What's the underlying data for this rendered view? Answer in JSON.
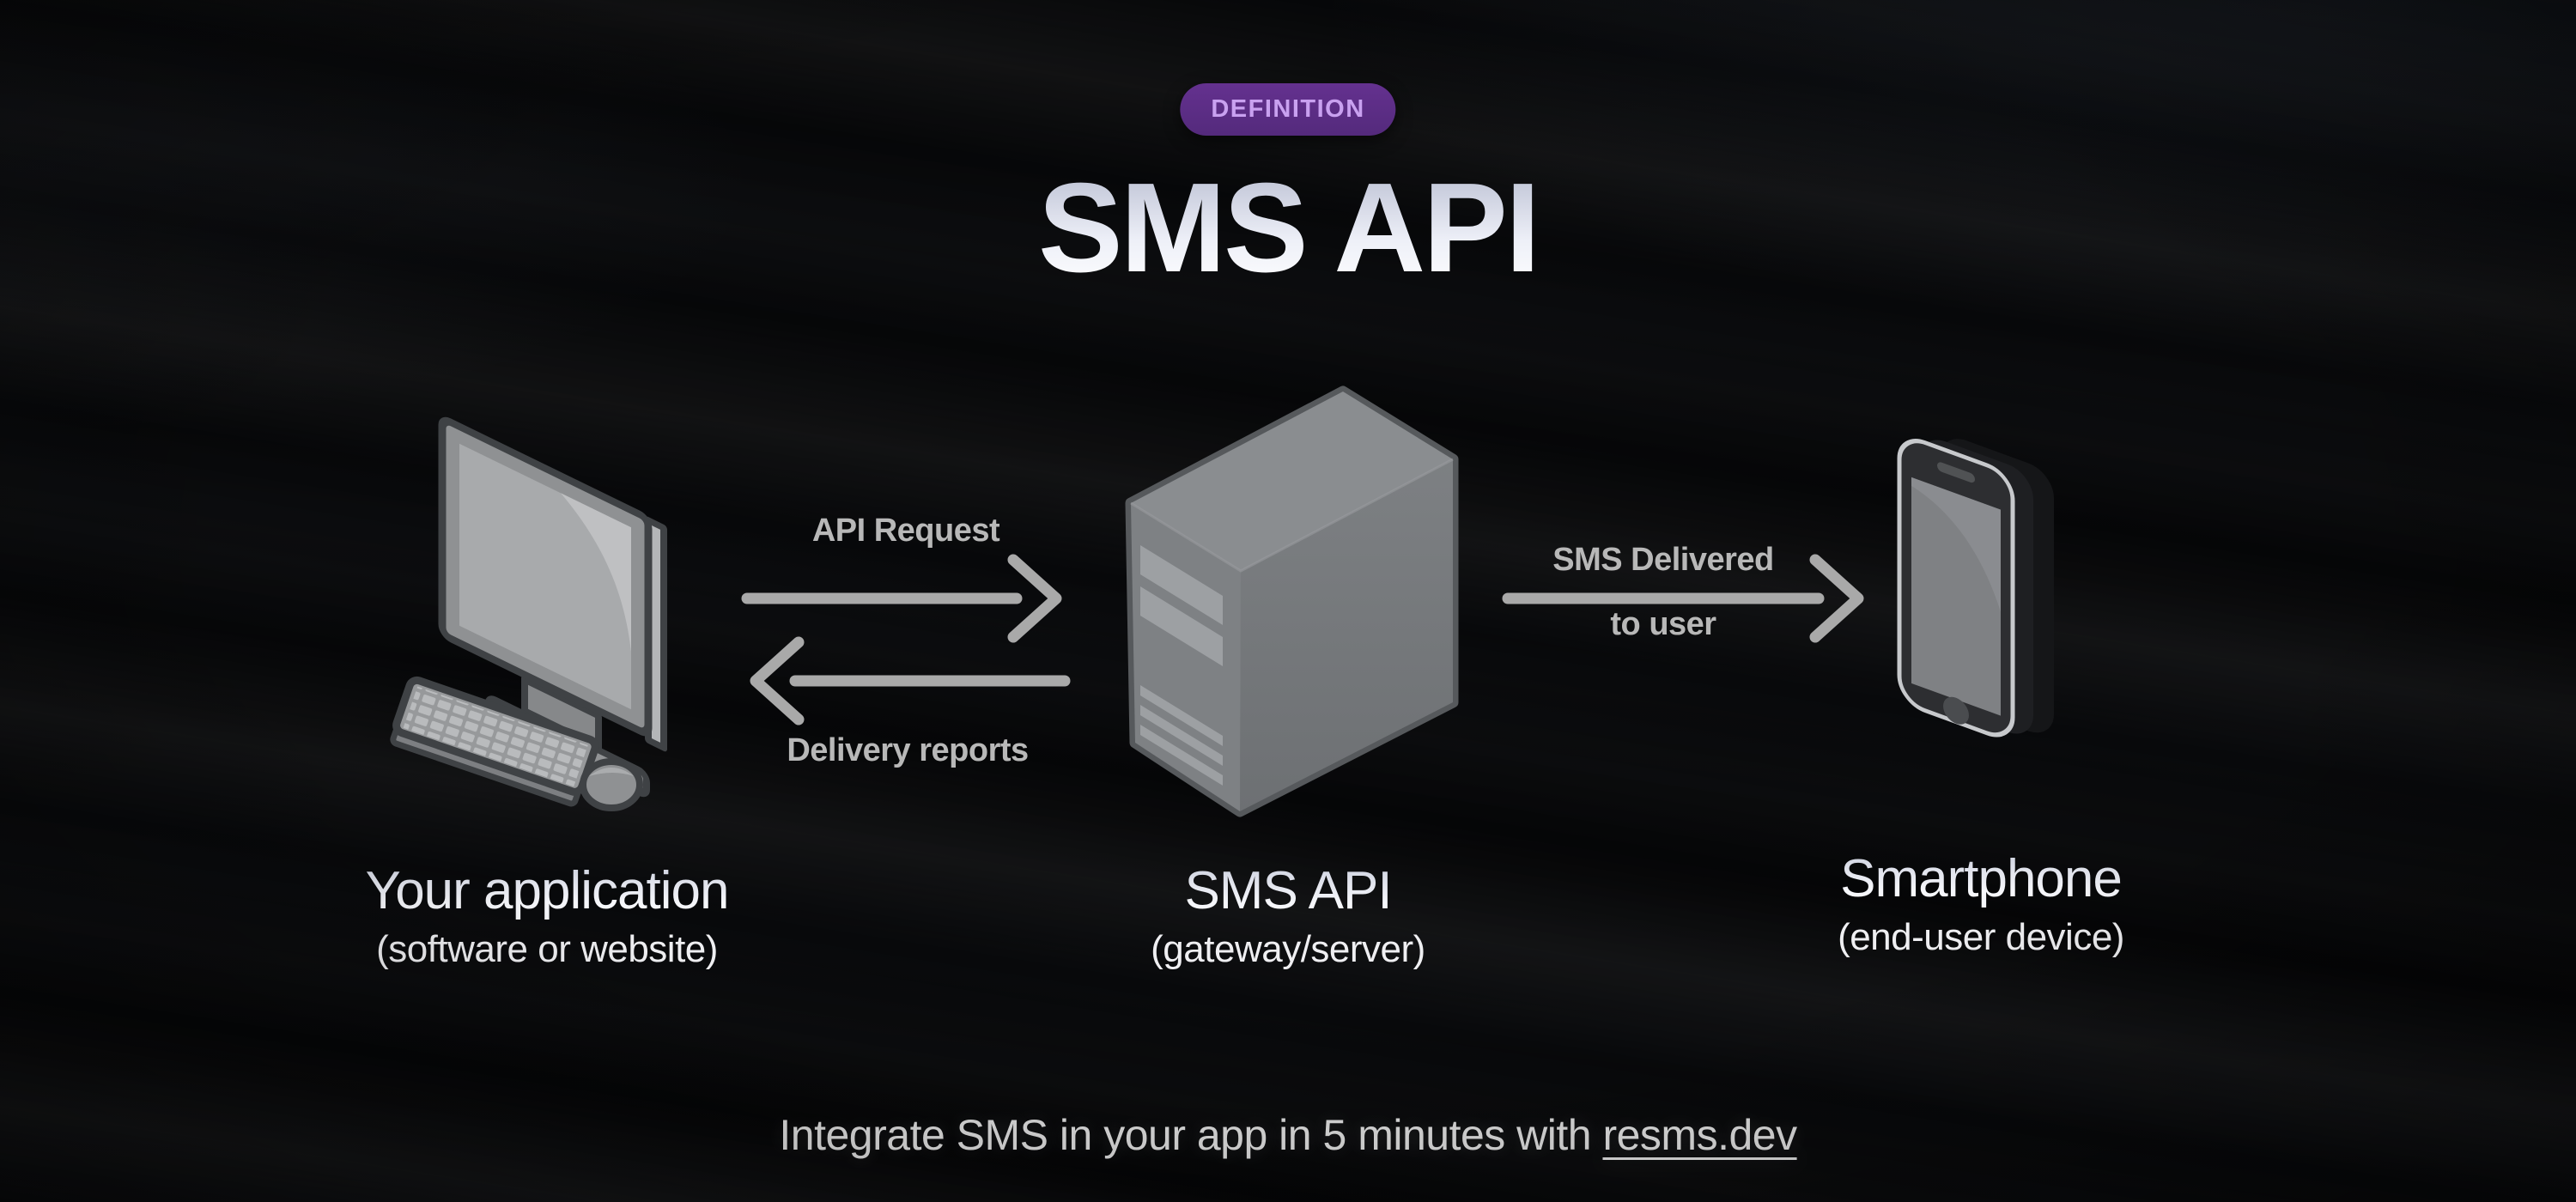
{
  "badge": {
    "label": "DEFINITION"
  },
  "title": {
    "text": "SMS API"
  },
  "nodes": [
    {
      "id": "application",
      "label": "Your application",
      "sublabel": "(software or website)",
      "icon": "desktop-computer-icon"
    },
    {
      "id": "sms-api",
      "label": "SMS API",
      "sublabel": "(gateway/server)",
      "icon": "server-icon"
    },
    {
      "id": "smartphone",
      "label": "Smartphone",
      "sublabel": "(end-user device)",
      "icon": "smartphone-icon"
    }
  ],
  "arrows": [
    {
      "id": "api-request",
      "label": "API Request",
      "direction": "right",
      "from": "application",
      "to": "sms-api"
    },
    {
      "id": "delivery-reports",
      "label": "Delivery reports",
      "direction": "left",
      "from": "sms-api",
      "to": "application"
    },
    {
      "id": "sms-delivered",
      "label_line1": "SMS Delivered",
      "label_line2": "to user",
      "direction": "right",
      "from": "sms-api",
      "to": "smartphone"
    }
  ],
  "footer": {
    "text": "Integrate SMS in your app in 5 minutes with ",
    "link": "resms.dev"
  },
  "colors": {
    "background": "#08090b",
    "badge_bg": "#5b2d87",
    "badge_text": "#c9a1f0",
    "title_gradient_top": "#b7bcd0",
    "title_gradient_bottom": "#ffffff",
    "arrow": "#a9a9a9",
    "arrow_label": "#b8b8b8",
    "caption": "#eceef5",
    "subcaption": "#efeff2",
    "footer_text": "#d9d9d9",
    "icon_gray": "#8f9193"
  }
}
